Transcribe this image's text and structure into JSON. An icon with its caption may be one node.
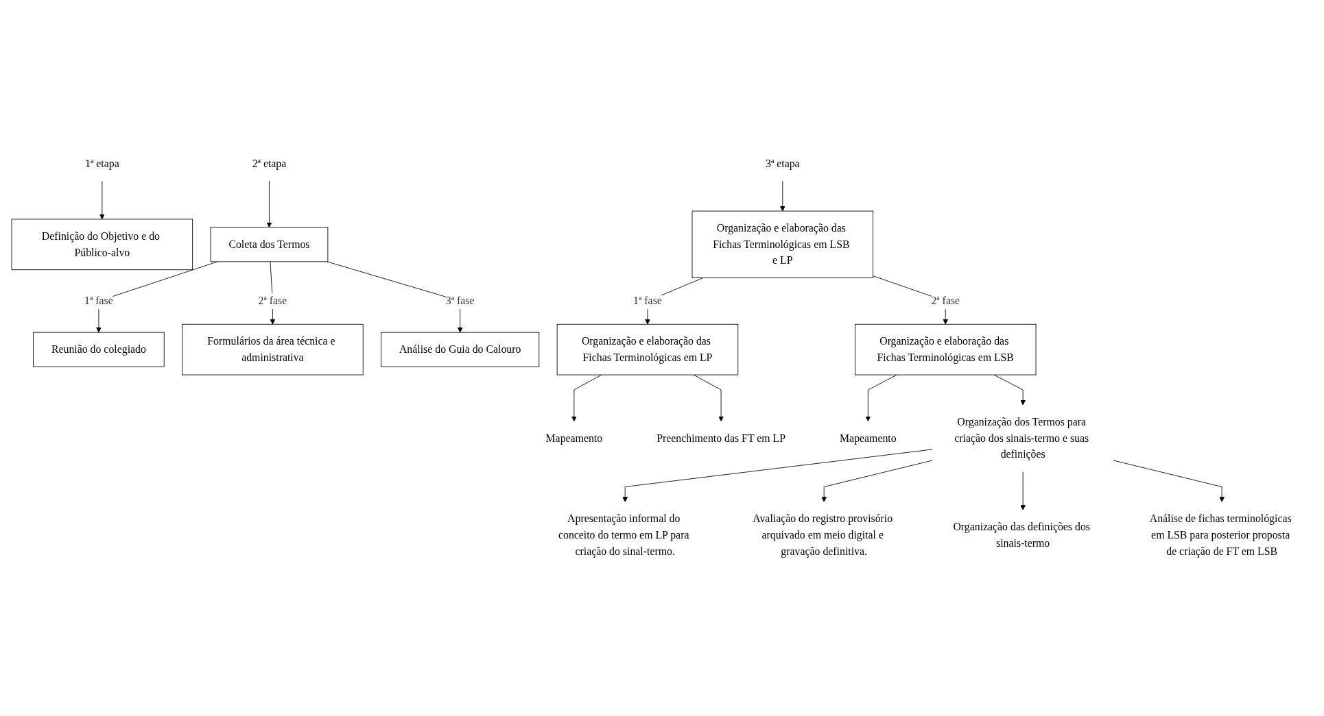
{
  "diagram": {
    "nodes": [
      {
        "text": [
          "1ª etapa"
        ]
      },
      {
        "text": [
          "2ª etapa"
        ]
      },
      {
        "text": [
          "3ª etapa"
        ]
      },
      {
        "text": [
          "Definição do Objetivo e do Público-alvo"
        ]
      },
      {
        "text": [
          "Coleta dos Termos"
        ]
      },
      {
        "text": [
          "Reunião do colegiado"
        ]
      },
      {
        "text": [
          "Formulários da área técnica e administrativa"
        ]
      },
      {
        "text": [
          "Análise do Guia do Calouro"
        ]
      },
      {
        "text": [
          "Organização e elaboração das Fichas Terminológicas em LSB e LP"
        ]
      },
      {
        "text": [
          "Organização e elaboração das Fichas Terminológicas em LP"
        ]
      },
      {
        "text": [
          "Mapeamento"
        ]
      },
      {
        "text": [
          "Preenchimento das FT em LP"
        ]
      },
      {
        "text": [
          "Organização e elaboração das Fichas Terminológicas em LSB"
        ]
      },
      {
        "text": [
          "Mapeamento"
        ]
      },
      {
        "text": [
          "Organização dos Termos para criação dos sinais-termo e suas definições"
        ]
      },
      {
        "text": [
          "Apresentação informal do conceito do termo em LP para criação do sinal-termo."
        ]
      },
      {
        "text": [
          "Avaliação do registro provisório arquivado em meio digital e gravação definitiva."
        ]
      },
      {
        "text": [
          "Organização das definições dos sinais-termo"
        ]
      },
      {
        "text": [
          "Análise de fichas terminológicas em LSB para posterior proposta de criação de FT em LSB"
        ]
      }
    ],
    "edges": [
      {
        "from": 0,
        "to": 3,
        "arrow": "to"
      },
      {
        "from": 1,
        "to": 4,
        "arrow": "to"
      },
      {
        "from": 2,
        "to": 8,
        "arrow": "to"
      },
      {
        "from": 4,
        "to": 5,
        "arrow": "to",
        "label": "1ª fase"
      },
      {
        "from": 4,
        "to": 6,
        "arrow": "to",
        "label": "2ª fase"
      },
      {
        "from": 4,
        "to": 7,
        "arrow": "to",
        "label": "3ª fase"
      },
      {
        "from": 8,
        "to": 9,
        "arrow": "to",
        "label": "1ª fase"
      },
      {
        "from": 8,
        "to": 12,
        "arrow": "to",
        "label": "2ª fase"
      },
      {
        "from": 9,
        "to": 10,
        "arrow": "to"
      },
      {
        "from": 9,
        "to": 11,
        "arrow": "to"
      },
      {
        "from": 12,
        "to": 13,
        "arrow": "to"
      },
      {
        "from": 12,
        "to": 14,
        "arrow": "to"
      },
      {
        "from": 14,
        "to": 15,
        "arrow": "to"
      },
      {
        "from": 14,
        "to": 16,
        "arrow": "to"
      },
      {
        "from": 14,
        "to": 17,
        "arrow": "to"
      },
      {
        "from": 14,
        "to": 18,
        "arrow": "to"
      }
    ]
  }
}
